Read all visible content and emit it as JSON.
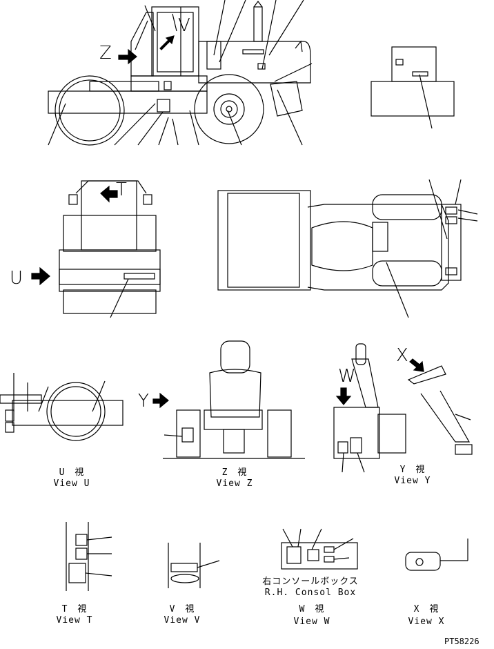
{
  "view_arrows": {
    "z": "Z",
    "u": "U",
    "y": "Y",
    "w": "W",
    "x": "X",
    "t": "T",
    "v": "V"
  },
  "captions": {
    "view_u_jp": "U　視",
    "view_u_en": "View U",
    "view_z_jp": "Z　視",
    "view_z_en": "View Z",
    "view_y_jp": "Y　視",
    "view_y_en": "View Y",
    "view_t_jp": "T　視",
    "view_t_en": "View T",
    "view_v_jp": "V　視",
    "view_v_en": "View V",
    "view_w_jp": "W　視",
    "view_w_en": "View W",
    "view_x_jp": "X　視",
    "view_x_en": "View X",
    "console_jp": "右コンソールボックス",
    "console_en": "R.H. Consol Box"
  },
  "drawing_number": "PT58226"
}
